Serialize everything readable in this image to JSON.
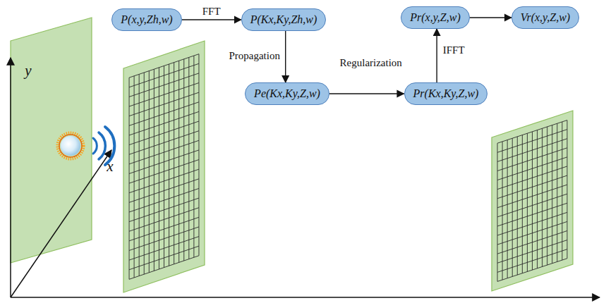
{
  "diagram": {
    "nodes": [
      {
        "text": [
          "P(x,y,Zh,w)"
        ]
      },
      {
        "text": [
          "P(Kx,Ky,Zh,w)"
        ]
      },
      {
        "text": [
          "Pe(Kx,Ky,Z,w)"
        ]
      },
      {
        "text": [
          "Pr(Kx,Ky,Z,w)"
        ]
      },
      {
        "text": [
          "Pr(x,y,Z,w)"
        ]
      },
      {
        "text": [
          "Vr(x,y,Z,w)"
        ]
      }
    ],
    "edges": [
      {
        "from": 0,
        "to": 1,
        "label": "FFT",
        "arrow": "to"
      },
      {
        "from": 1,
        "to": 2,
        "label": "Propagation",
        "arrow": "to"
      },
      {
        "from": 2,
        "to": 3,
        "label": "Regularization",
        "arrow": "to"
      },
      {
        "from": 3,
        "to": 4,
        "label": "IFFT",
        "arrow": "to"
      },
      {
        "from": 4,
        "to": 5,
        "arrow": "to"
      }
    ],
    "labels": [
      "y",
      "x"
    ]
  }
}
